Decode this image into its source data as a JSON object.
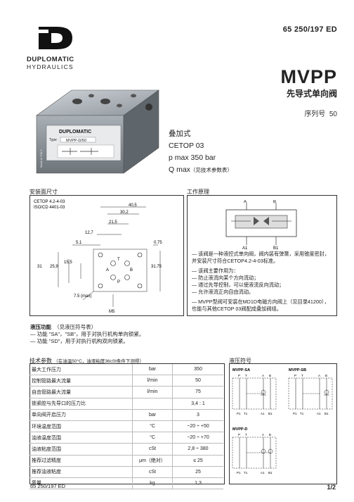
{
  "header": {
    "code": "65 250/197 ED"
  },
  "brand": {
    "name": "DUPLOMATIC",
    "sub": "HYDRAULICS"
  },
  "title": {
    "model": "MVPP",
    "subtitle": "先导式单向阀",
    "series_label": "序列号",
    "series_value": "50"
  },
  "specs": {
    "line1": "叠加式",
    "line2": "CETOP 03",
    "line3": "p max 350 bar",
    "line4": "Q max",
    "line4_note": "（见技术参数表）"
  },
  "product": {
    "brand": "DUPLOMATIC",
    "type_prefix": "Type",
    "type_value": "MVPP-D/50",
    "made": "Made in ITALY"
  },
  "installation": {
    "title": "安装面尺寸",
    "std1": "CETOP 4.2-4-03",
    "std2": "ISO/CD 4401-03",
    "dims": {
      "d40_5": "40,5",
      "d30_2": "30,2",
      "d21_5": "21,5",
      "d12_7": "12,7",
      "d5_1": "5.1",
      "d0_75": "0.75",
      "d31": "31",
      "d25_9": "25,9",
      "d15_5": "15,5",
      "d31_75": "31.75",
      "d7_5": "7.5 (max)",
      "m5": "M5"
    },
    "ports": {
      "p": "P",
      "t": "T",
      "a": "A",
      "b": "B"
    }
  },
  "working": {
    "title": "工作原理",
    "ports": {
      "a": "A",
      "b": "B",
      "a1": "A1",
      "b1": "B1"
    },
    "bullets": [
      "— 该阀是一种液控式单向阀，阀内装有弹簧，采用锥度密封，",
      "    并安装尺寸符合CETOP4.2-4-03标准。",
      "— 该阀主要作用为：",
      "    — 防止液流向某个方向流动；",
      "    — 通过先导控制，可以使液流反向流动；",
      "    — 允许液流正向自由流动。",
      "— MVPP型阀可安装在MD1D电磁方向阀上（见目录41200），",
      "    也能与其他CETOP 03阀配成叠加阀组。"
    ]
  },
  "hydraulic_function": {
    "title": "液压功能",
    "title_note": "（见液压符号表）",
    "lines": [
      "— 功能 \"SA\"，\"SB\"，用于对执行机构单向锁紧。",
      "— 功能 \"SD\"，用于对执行机构双向锁紧。"
    ]
  },
  "tech": {
    "title": "技术参数",
    "note": "（在油温50°C，油液粘度36cSt条件下测得）",
    "rows": [
      {
        "name": "最大工作压力",
        "unit": "bar",
        "value": "350"
      },
      {
        "name": "控制管路最大流量",
        "unit": "l/min",
        "value": "50"
      },
      {
        "name": "自由管路最大流量",
        "unit": "l/min",
        "value": "75"
      },
      {
        "name": "锁紧腔与先导口的压力比",
        "unit": "",
        "value": "3,4 : 1"
      },
      {
        "name": "单向阀开启压力",
        "unit": "bar",
        "value": "3"
      },
      {
        "name": "环境温度范围",
        "unit": "°C",
        "value": "−20 ÷ +50"
      },
      {
        "name": "油液温度范围",
        "unit": "°C",
        "value": "−20 ÷ +70"
      },
      {
        "name": "油液粘度范围",
        "unit": "cSt",
        "value": "2,8 ÷ 380"
      },
      {
        "name": "推荐过滤精度",
        "unit": "μm（绝对）",
        "value": "≤ 25"
      },
      {
        "name": "推荐油液粘度",
        "unit": "cSt",
        "value": "25"
      },
      {
        "name": "质量",
        "unit": "kg",
        "value": "1,3"
      }
    ]
  },
  "symbols": {
    "title": "液压符号",
    "sa": "MVPP-SA",
    "sb": "MVPP-SB",
    "sd": "MVPP-D",
    "p": "P",
    "t": "T",
    "a": "A",
    "b": "B",
    "p1": "P1",
    "t1": "T1",
    "a1": "A1",
    "b1": "B1"
  },
  "footer": {
    "code": "65 250/197 ED",
    "page": "1/2"
  }
}
